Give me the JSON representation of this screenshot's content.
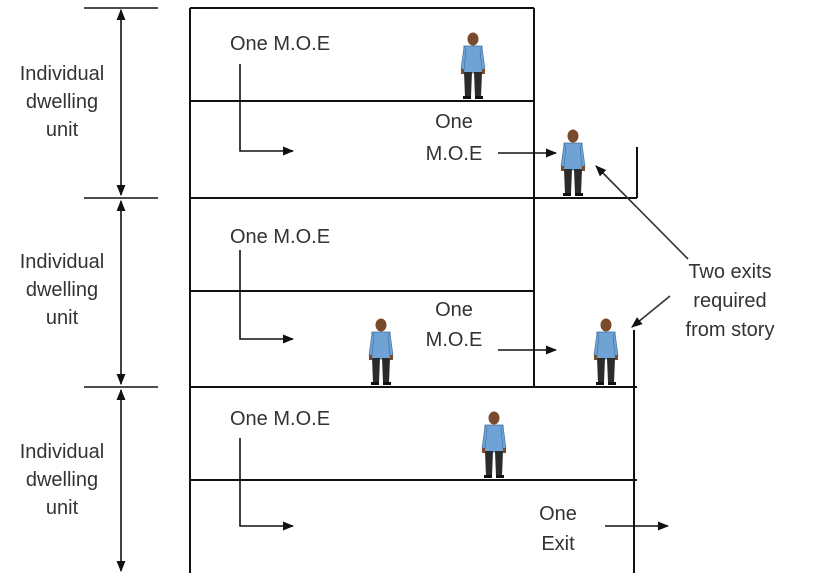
{
  "labels": {
    "unit_label_line1": "Individual",
    "unit_label_line2": "dwelling",
    "unit_label_line3": "unit",
    "moe_single": "One M.O.E",
    "moe_one": "One",
    "moe_abbrev": "M.O.E",
    "exit_one": "One",
    "exit_word": "Exit",
    "callout_line1": "Two exits",
    "callout_line2": "required",
    "callout_line3": "from story"
  },
  "colors": {
    "line": "#111111",
    "text": "#333333",
    "shirt": "#6fa3d6",
    "skin": "#7a4a2c",
    "pants": "#2b2b2b"
  },
  "icons": [
    "person-icon",
    "arrow-icon",
    "dimension-arrow-icon"
  ]
}
